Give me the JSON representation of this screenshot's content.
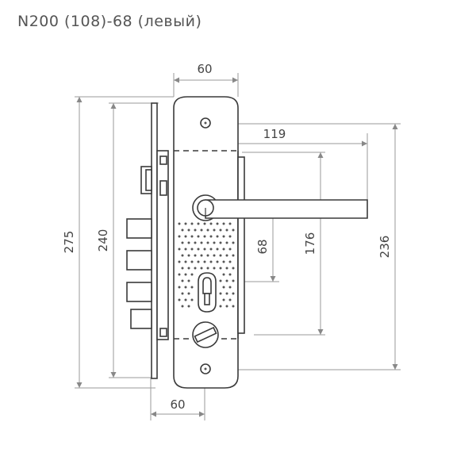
{
  "title": "N200 (108)-68 (левый)",
  "dimensions": {
    "top_width": "60",
    "bottom_width": "60",
    "handle_length": "119",
    "total_height": "275",
    "lock_height": "240",
    "spindle_to_cylinder": "68",
    "handle_to_bottom": "176",
    "plate_height": "236"
  }
}
